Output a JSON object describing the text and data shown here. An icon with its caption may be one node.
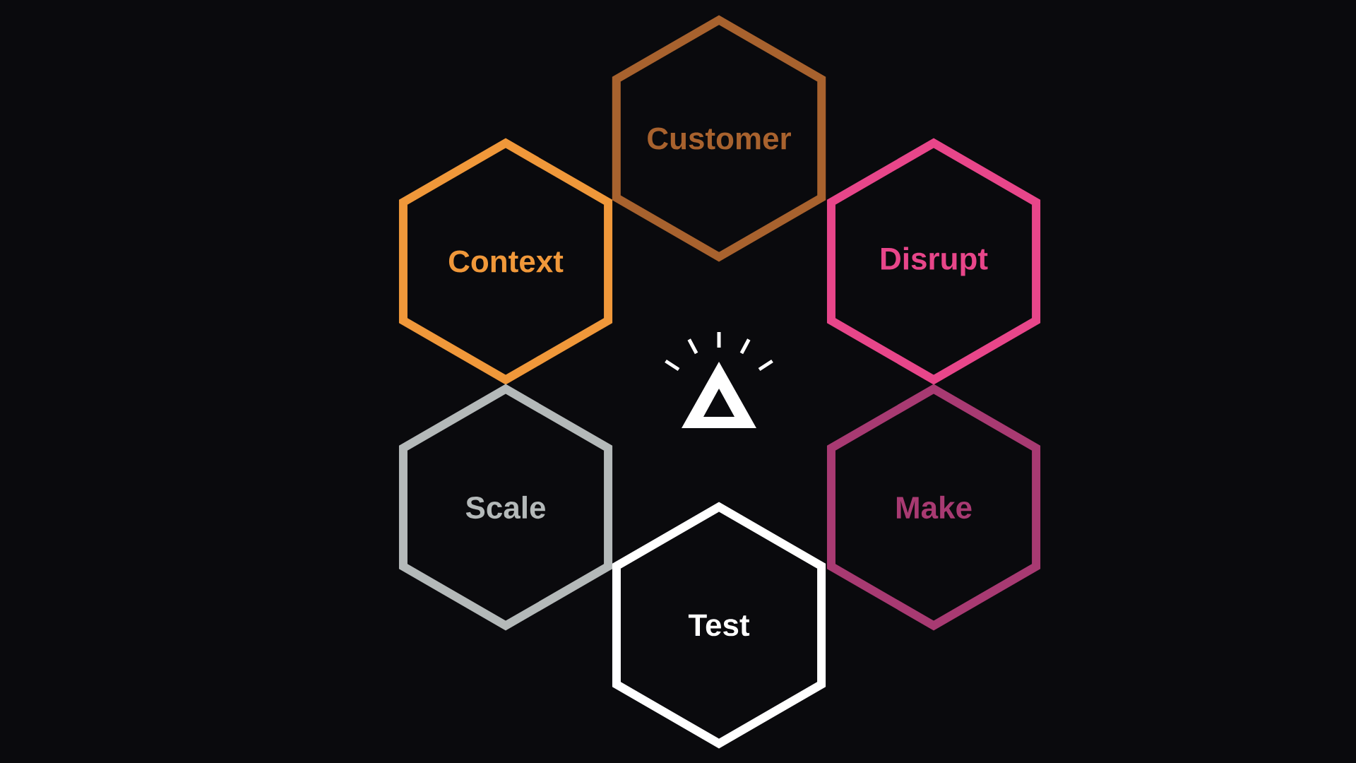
{
  "diagram": {
    "nodes": [
      {
        "text": [
          "Customer"
        ]
      },
      {
        "text": [
          "Context"
        ]
      },
      {
        "text": [
          "Disrupt"
        ]
      },
      {
        "text": [
          "Scale"
        ]
      },
      {
        "text": [
          "Make"
        ]
      },
      {
        "text": [
          "Test"
        ]
      }
    ]
  }
}
